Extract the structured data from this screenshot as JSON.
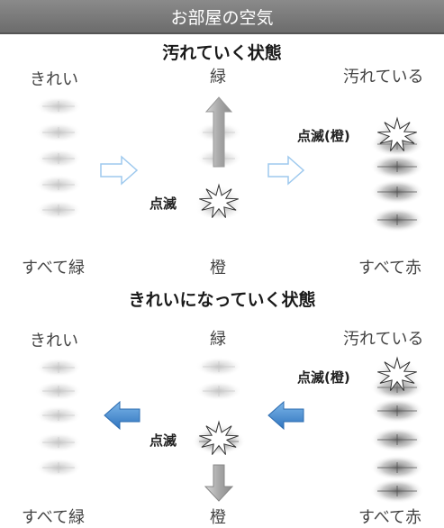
{
  "header": {
    "title": "お部屋の空気"
  },
  "section_top": {
    "title": "汚れていく状態",
    "left_top": "きれい",
    "left_bottom": "すべて緑",
    "mid_top": "緑",
    "mid_bottom": "橙",
    "mid_blink": "点滅",
    "right_top": "汚れている",
    "right_bottom": "すべて赤",
    "right_blink": "点滅(橙)"
  },
  "section_bottom": {
    "title": "きれいになっていく状態",
    "left_top": "きれい",
    "left_bottom": "すべて緑",
    "mid_top": "緑",
    "mid_bottom": "橙",
    "mid_blink": "点滅",
    "right_top": "汚れている",
    "right_bottom": "すべて赤",
    "right_blink": "点滅(橙)"
  },
  "colors": {
    "header_bg": "#7a7a7a",
    "arrow_outline": "#9ec9ee",
    "arrow_filled": "#4a8fd0",
    "gray_arrow": "#999999"
  }
}
